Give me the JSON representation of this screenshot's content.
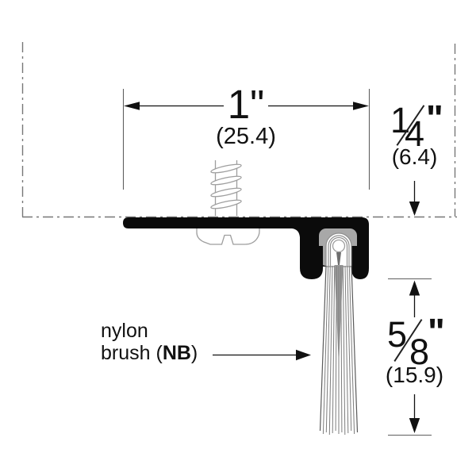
{
  "drawing_labels": {
    "width_dim": {
      "value": "1\"",
      "metric": "(25.4)"
    },
    "offset_dim": {
      "num": "1",
      "den": "4",
      "unit": "\"",
      "metric": "(6.4)"
    },
    "brush_dim": {
      "num": "5",
      "den": "8",
      "unit": "\"",
      "metric": "(15.9)"
    },
    "brush_label": {
      "line1": "nylon",
      "line2_pre": "brush (",
      "line2_bold": "NB",
      "line2_post": ")"
    }
  },
  "colors": {
    "ink": "#111111",
    "profile_black": "#0b0b0b",
    "ferrule_gray": "#a8a8a8",
    "phantom_gray": "#777777",
    "outline_gray": "#9e9e9e"
  }
}
